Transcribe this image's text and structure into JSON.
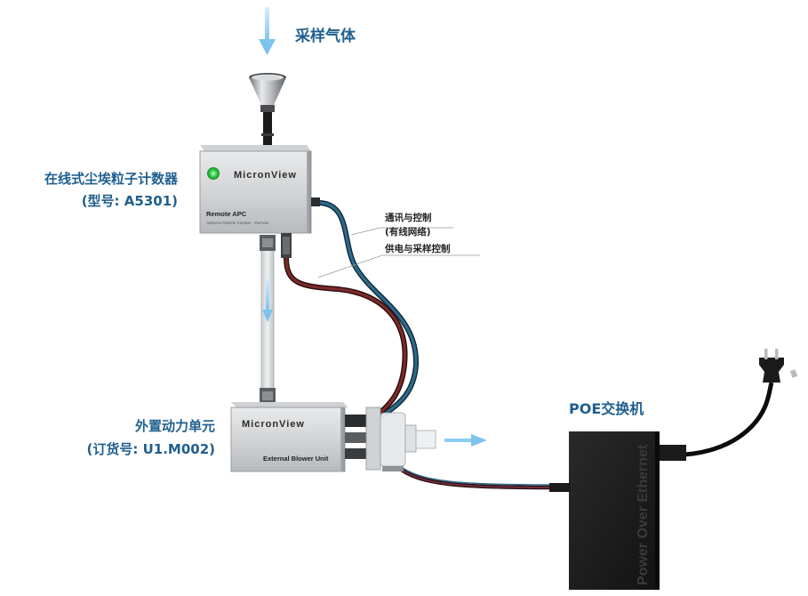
{
  "labels": {
    "sample_gas": "采样气体",
    "counter_name": "在线式尘埃粒子计数器",
    "counter_model": "(型号: A5301)",
    "comm_control": "通讯与控制",
    "comm_wired": "(有线网络)",
    "power_sampling": "供电与采样控制",
    "blower_name": "外置动力单元",
    "blower_order": "(订货号: U1.M002)",
    "poe_switch": "POE交换机"
  },
  "devices": {
    "counter": {
      "brand": "MicronView",
      "model": "Remote APC",
      "subtitle": "Airborne Particle Counter - Remote"
    },
    "blower": {
      "brand": "MicronView",
      "model": "External Blower Unit"
    },
    "poe": {
      "text": "Power Over Ethernet"
    }
  },
  "colors": {
    "label_blue": "#1f5f8e",
    "flow_arrow": "#8ccbf0",
    "comm_cable": "#2e6a8a",
    "power_cable": "#7a2a2a",
    "status_led": "#36d14b"
  }
}
